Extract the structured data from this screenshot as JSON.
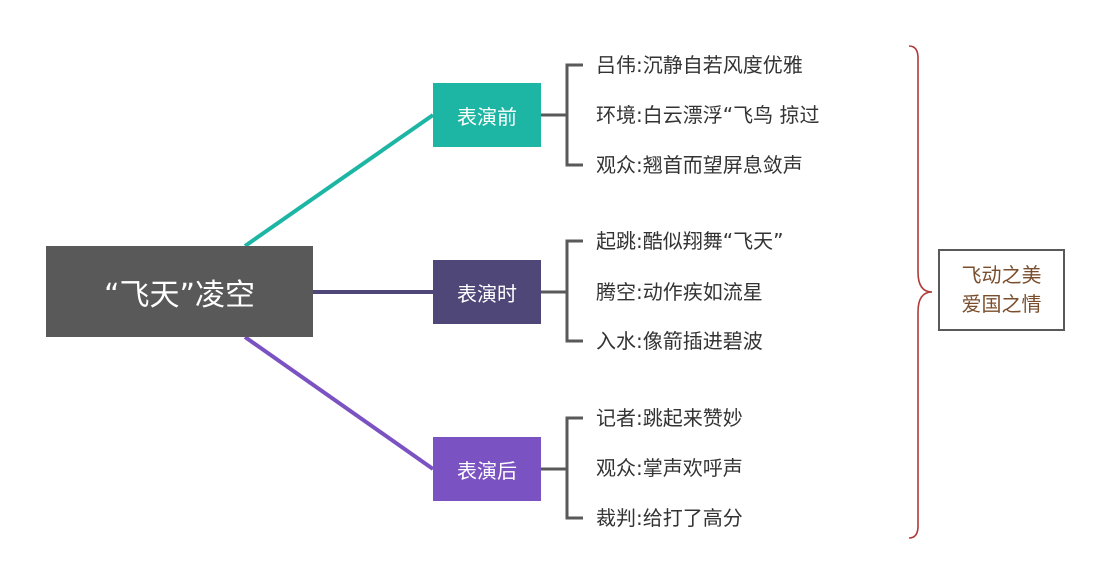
{
  "root": {
    "label": "“飞天”凌空"
  },
  "branches": [
    {
      "label": "表演前",
      "color": "#1db5a3",
      "items": [
        "吕伟:沉静自若风度优雅",
        "环境:白云漂浮“飞鸟 掠过",
        "观众:翘首而望屏息敛声"
      ]
    },
    {
      "label": "表演时",
      "color": "#4e4777",
      "items": [
        "起跳:酷似翔舞“飞天”",
        "腾空:动作疾如流星",
        "入水:像箭插进碧波"
      ]
    },
    {
      "label": "表演后",
      "color": "#7b52c1",
      "items": [
        "记者:跳起来赞妙",
        "观众:掌声欢呼声",
        "裁判:给打了高分"
      ]
    }
  ],
  "summary": {
    "line1": "飞动之美",
    "line2": "爱国之情"
  },
  "colors": {
    "root": "#595959",
    "connector": "#595959",
    "brace": "#b03a3a",
    "summary_text": "#7a4e2d"
  }
}
